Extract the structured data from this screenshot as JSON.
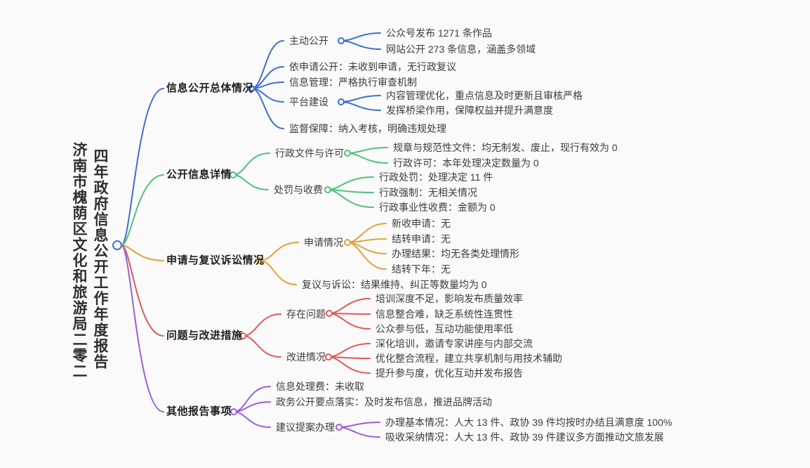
{
  "colors": {
    "branch1": "#3d6fd2",
    "branch2": "#4fc17e",
    "branch3": "#e0a23d",
    "branch4": "#de5a5a",
    "branch5": "#9761d6",
    "background": "#fafafa",
    "text": "#3d3d3d"
  },
  "root": {
    "title_column_1": "济南市槐荫区文化和旅游局二零二",
    "title_column_2": "四年政府信息公开工作年度报告"
  },
  "branches": [
    {
      "label": "信息公开总体情况",
      "children": [
        {
          "label": "主动公开",
          "leaves": [
            "公众号发布 1271 条作品",
            "网站公开 273 条信息，涵盖多领域"
          ]
        },
        {
          "label": "依申请公开：未收到申请，无行政复议"
        },
        {
          "label": "信息管理：严格执行审查机制"
        },
        {
          "label": "平台建设",
          "leaves": [
            "内容管理优化，重点信息及时更新且审核严格",
            "发挥桥梁作用，保障权益并提升满意度"
          ]
        },
        {
          "label": "监督保障：纳入考核，明确违规处理"
        }
      ]
    },
    {
      "label": "公开信息详情",
      "children": [
        {
          "label": "行政文件与许可",
          "leaves": [
            "规章与规范性文件：均无制发、废止，现行有效为 0",
            "行政许可：本年处理决定数量为 0"
          ]
        },
        {
          "label": "处罚与收费",
          "leaves": [
            "行政处罚：处理决定 11 件",
            "行政强制：无相关情况",
            "行政事业性收费：金额为 0"
          ]
        }
      ]
    },
    {
      "label": "申请与复议诉讼情况",
      "children": [
        {
          "label": "申请情况",
          "leaves": [
            "新收申请：无",
            "结转申请：无",
            "办理结果：均无各类处理情形",
            "结转下年：无"
          ]
        },
        {
          "label": "复议与诉讼：结果维持、纠正等数量均为 0"
        }
      ]
    },
    {
      "label": "问题与改进措施",
      "children": [
        {
          "label": "存在问题",
          "leaves": [
            "培训深度不足，影响发布质量效率",
            "信息整合难，缺乏系统性连贯性",
            "公众参与低，互动功能使用率低"
          ]
        },
        {
          "label": "改进情况",
          "leaves": [
            "深化培训，邀请专家讲座与内部交流",
            "优化整合流程，建立共享机制与用技术辅助",
            "提升参与度，优化互动并发布报告"
          ]
        }
      ]
    },
    {
      "label": "其他报告事项",
      "children": [
        {
          "label": "信息处理费：未收取"
        },
        {
          "label": "政务公开要点落实：及时发布信息，推进品牌活动"
        },
        {
          "label": "建议提案办理",
          "leaves": [
            "办理基本情况：人大 13 件、政协 39 件均按时办结且满意度 100%",
            "吸收采纳情况：人大 13 件、政协 39 件建议多方面推动文旅发展"
          ]
        }
      ]
    }
  ]
}
